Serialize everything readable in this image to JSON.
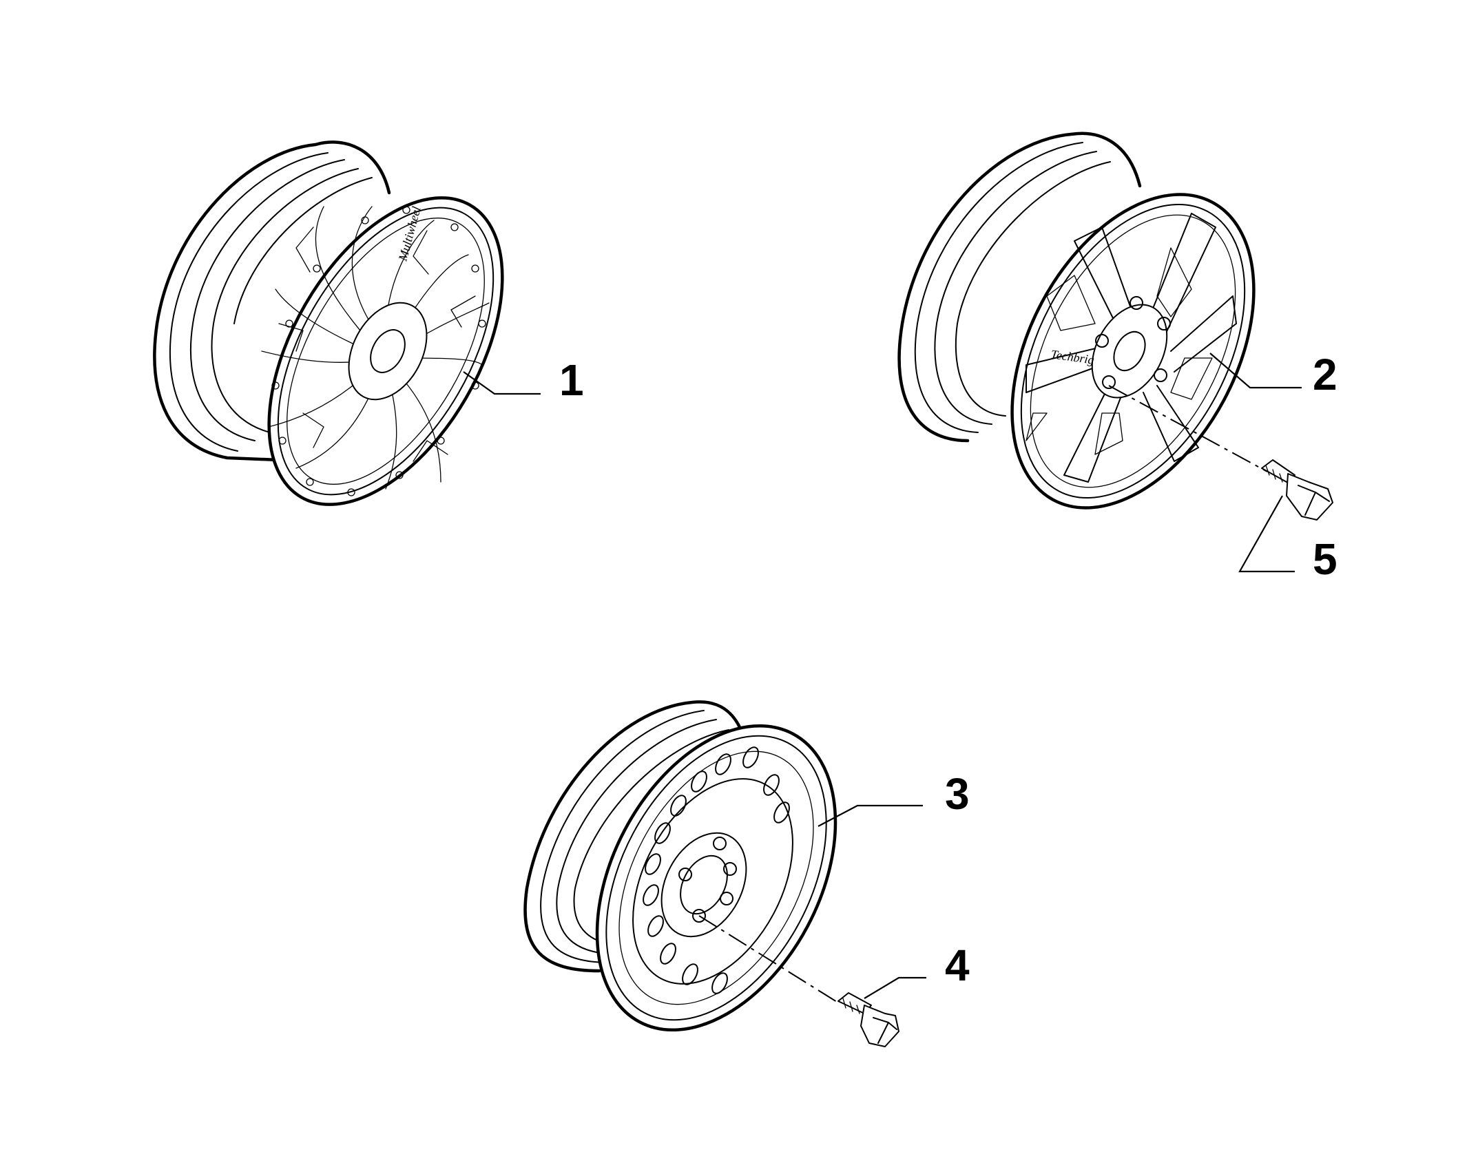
{
  "callouts": {
    "part_1": "1",
    "part_2": "2",
    "part_3": "3",
    "part_4": "4",
    "part_5": "5"
  },
  "parts": [
    {
      "label": "1",
      "icon": "alloy-wheel-multispoke-icon"
    },
    {
      "label": "2",
      "icon": "alloy-wheel-spoke-icon"
    },
    {
      "label": "3",
      "icon": "steel-wheel-icon"
    },
    {
      "label": "4",
      "icon": "wheel-bolt-icon"
    },
    {
      "label": "5",
      "icon": "wheel-bolt-icon"
    }
  ],
  "colors": {
    "line": "#000000",
    "background": "#ffffff"
  }
}
